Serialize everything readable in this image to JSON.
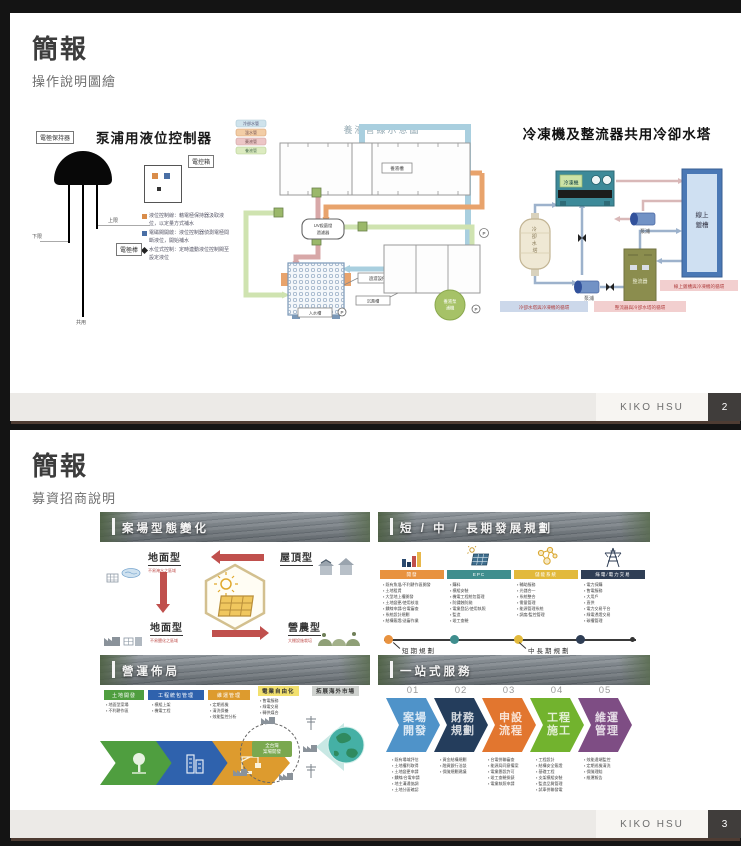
{
  "document": {
    "background": "#141414"
  },
  "colors": {
    "arrow_red": "#c0504d",
    "step_colors": [
      "#4f93c9",
      "#243d5c",
      "#e2762f",
      "#72b32e",
      "#7e4d84"
    ],
    "timeline_dot_colors": [
      "#e8923f",
      "#3f8e8e",
      "#e2b93b",
      "#2f3e55"
    ],
    "chevron_colors_q3": [
      "#4f9e3f",
      "#2f62ad",
      "#dd9b2e"
    ],
    "footer_bg": "#ECEAE7",
    "page_badge_bg": "#403D3B"
  },
  "slide1": {
    "title": "簡報",
    "subtitle": "操作說明圖繪",
    "footer": {
      "author": "KIKO HSU",
      "page": "2"
    },
    "pump": {
      "title": "泵浦用液位控制器",
      "holder_label": "電極保持器",
      "panel_label": "電控箱",
      "rod_label": "電極棒",
      "upper_label": "上限",
      "lower_label": "下限",
      "common_label": "共用",
      "legend": [
        "液位控制線：藉電極保持器汲取液位，以定量方式補水",
        "電磁閥開啟：液位控制器偵測電極間斷液位，開始補水",
        "水位式控制：定時連動液位控制閥至設定液位"
      ]
    },
    "piping": {
      "title": "養液管線示意圖",
      "legend": [
        "冷卻水管",
        "溫水管",
        "藥液管",
        "養液管"
      ],
      "tank_label": "養液槽",
      "mixer_label_1": "UV殺菌燈",
      "mixer_label_2": "過濾器",
      "filter_label": "過濾設備系統",
      "inlet_label": "入水槽",
      "sump_label": "沉澱槽",
      "pump_label_1": "養液泵",
      "pump_label_2": "浦機"
    },
    "cooling": {
      "title": "冷凍機及整流器共用冷卻水塔",
      "chiller_label": "冷凍機",
      "tower_label": [
        "冷",
        "卻",
        "水",
        "塔"
      ],
      "pump_label": "泵浦",
      "pump2_label": "泵浦",
      "rectifier_label": "整流器",
      "tank_label_1": "線上",
      "tank_label_2": "鍍槽",
      "captions": [
        "冷卻水塔與冷凍機的循環",
        "整流器與冷卻水塔的循環",
        "線上鍍槽與冷凍機的循環"
      ]
    }
  },
  "slide2": {
    "title": "簡報",
    "subtitle": "募資招商說明",
    "footer": {
      "author": "KIKO HSU",
      "page": "3"
    },
    "q1": {
      "header": "案場型態變化",
      "ground_top": {
        "label": "地面型",
        "sub": "不易淹水之區域"
      },
      "roof": {
        "label": "屋頂型"
      },
      "ground_bottom": {
        "label": "地面型",
        "sub": "不易鹽化之區域"
      },
      "agri": {
        "label": "營農型",
        "sub": "大棚設施栽培"
      }
    },
    "q2": {
      "header": "短 / 中 / 長期發展規劃",
      "cols": [
        {
          "icon": "bar-chart-icon",
          "chip": "開發",
          "chip_color": "#e8923f",
          "items": [
            "既有魚塭/不利耕作區開發",
            "土地租賃",
            "大型地上權開發",
            "土地變更/使用核准",
            "饋線申請/台電審查",
            "系統設計規劃",
            "結構簽證/送審作業"
          ]
        },
        {
          "icon": "solar-panel-icon",
          "chip": "EPC",
          "chip_color": "#3f8e8e",
          "items": [
            "購料",
            "模組安裝",
            "機電工程統包管理",
            "防鏽蝕防颱",
            "電業登記/使用執照",
            "監造",
            "竣工查驗"
          ]
        },
        {
          "icon": "molecule-icon",
          "chip": "儲能系統",
          "chip_color": "#e2b93b",
          "items": [
            "輔助服務",
            "光儲合一",
            "系統整合",
            "需量管理",
            "能源管理系統",
            "調度/監控管理"
          ]
        },
        {
          "icon": "transmission-tower-icon",
          "chip": "綠電/電力交易",
          "chip_color": "#2f3e55",
          "items": [
            "電力採購",
            "售電服務",
            "大用戶",
            "直供",
            "電力交易平台",
            "綠電憑證交易",
            "碳權管理"
          ]
        }
      ],
      "timeline": {
        "short_label": "短期規劃",
        "long_label": "中長期規劃"
      }
    },
    "q3": {
      "header": "營運佈局",
      "chips": [
        {
          "label": "土地開發",
          "items": [
            "地面型案場",
            "不利耕作區"
          ]
        },
        {
          "label": "工程統包管理",
          "items": [
            "模組上架",
            "機電工程"
          ]
        },
        {
          "label": "維運管理",
          "items": [
            "定期巡檢",
            "清洗保養",
            "效能監控分析"
          ]
        }
      ],
      "liberal_label": "電業自由化",
      "liberal_items": [
        "售電服務",
        "綠電交易",
        "轉供媒合"
      ],
      "overseas_label": "拓展海外市場",
      "circle_label_1": "全台灣",
      "circle_label_2": "案場開發"
    },
    "q4": {
      "header": "一站式服務",
      "steps": [
        {
          "num": "01",
          "line1": "案場",
          "line2": "開發",
          "items": [
            "既有場域評估",
            "土地權利取得",
            "土地變更申請",
            "饋線/台電申請",
            "地主溝通協調",
            "土地分區確認"
          ]
        },
        {
          "num": "02",
          "line1": "財務",
          "line2": "規劃",
          "items": [
            "資金結構規劃",
            "融資銀行洽談",
            "保險規劃建議"
          ]
        },
        {
          "num": "03",
          "line1": "申設",
          "line2": "流程",
          "items": [
            "台電併聯審查",
            "能源局同意備案",
            "電業籌設許可",
            "竣工查驗掛錶",
            "電業執照申請"
          ]
        },
        {
          "num": "04",
          "line1": "工程",
          "line2": "施工",
          "items": [
            "工程設計",
            "結構安全簽證",
            "基礎工程",
            "支架模組安裝",
            "監造品質管理",
            "試車併聯發電"
          ]
        },
        {
          "num": "05",
          "line1": "維運",
          "line2": "管理",
          "items": [
            "效能遠端監控",
            "定期巡檢清洗",
            "保險理賠",
            "維運報告"
          ]
        }
      ]
    }
  }
}
